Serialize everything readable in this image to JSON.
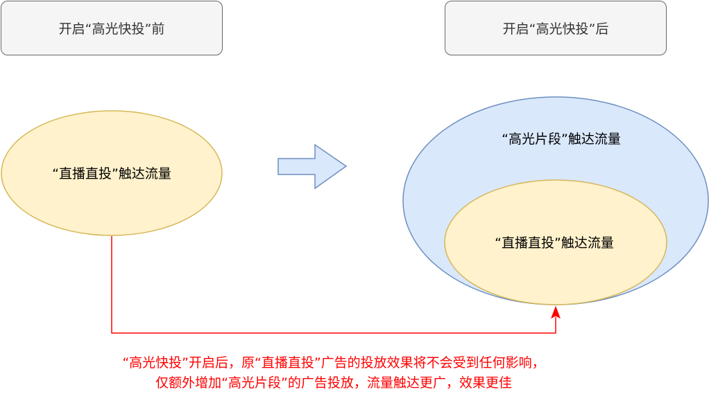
{
  "boxes": {
    "before": "开启“高光快投”前",
    "after": "开启“高光快投”后"
  },
  "left_ellipse_label": "“直播直投”触达流量",
  "outer_ellipse_label": "“高光片段”触达流量",
  "inner_ellipse_label": "“直播直投”触达流量",
  "caption": {
    "line1": "“高光快投”开启后，原“直播直投”广告的投放效果将不会受到任何影响，",
    "line2": "仅额外增加“高光片段”的广告投放，流量触达更广，效果更佳"
  },
  "colors": {
    "yellow_fill": "#fff2cc",
    "yellow_stroke": "#d6b656",
    "blue_fill": "#dae8fc",
    "blue_stroke": "#6c8ebf",
    "connector": "#ff0000",
    "box_fill": "#f5f5f5",
    "box_stroke": "#666666"
  }
}
